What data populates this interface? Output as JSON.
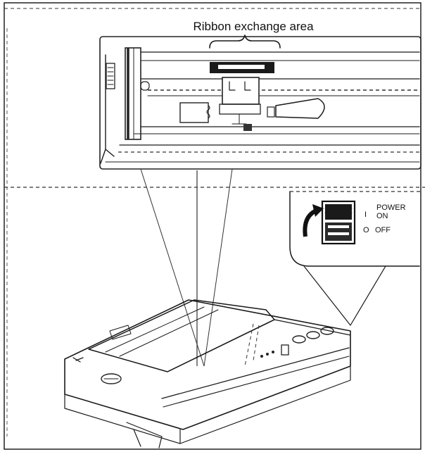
{
  "diagram": {
    "callout_label": "Ribbon exchange area",
    "switch": {
      "title_line1": "POWER",
      "title_line2": "ON",
      "on_symbol": "I",
      "off_symbol": "O",
      "off_label": "OFF"
    }
  }
}
